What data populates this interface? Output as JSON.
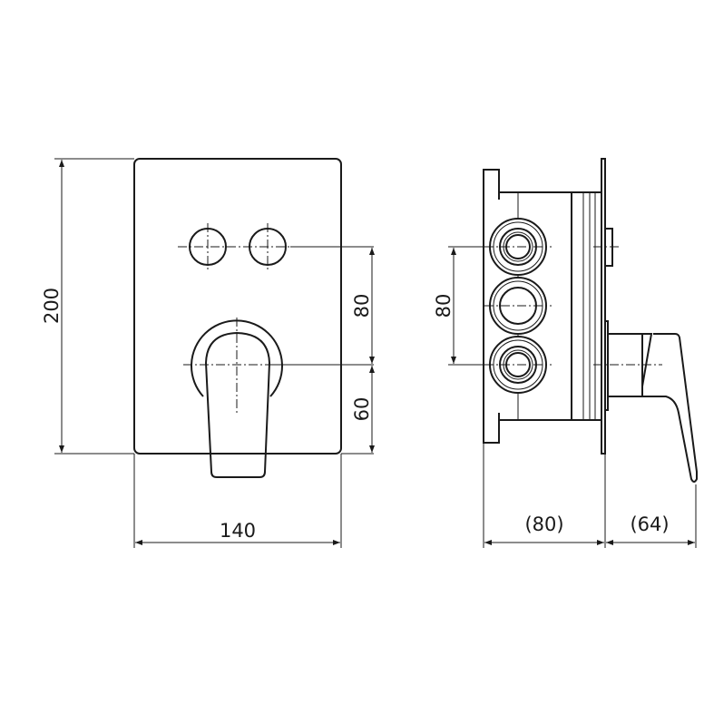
{
  "drawing": {
    "front_view": {
      "height_label": "200",
      "width_label": "140",
      "upper_offset_label": "80",
      "lower_offset_label": "60"
    },
    "side_view": {
      "spacing_label": "80",
      "body_depth_label": "(80)",
      "handle_depth_label": "(64)"
    },
    "line_color": "#1a1a1a"
  }
}
